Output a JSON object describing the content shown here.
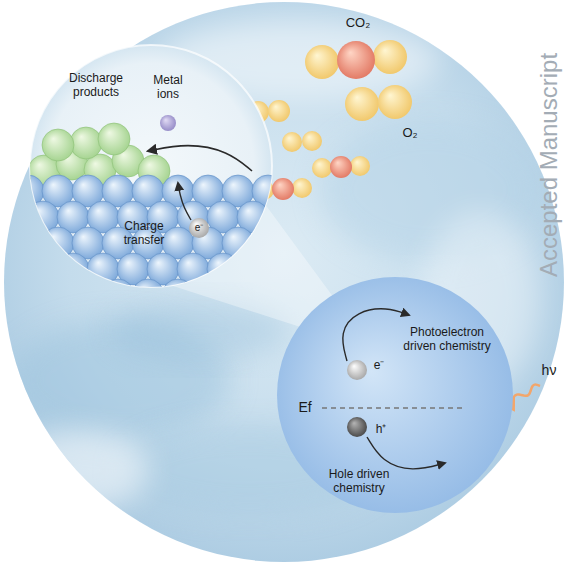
{
  "diagram": {
    "nodes": [
      {
        "text": [
          "Discharge products",
          "Metal ions",
          "Charge transfer",
          "e⁻"
        ]
      },
      {
        "text": [
          "Photoelectron driven chemistry",
          "e⁻",
          "Ef",
          "h⁺",
          "Hole driven chemistry"
        ]
      }
    ],
    "labels": [
      "CO₂",
      "O₂",
      "hν",
      "Accepted Manuscript"
    ]
  }
}
